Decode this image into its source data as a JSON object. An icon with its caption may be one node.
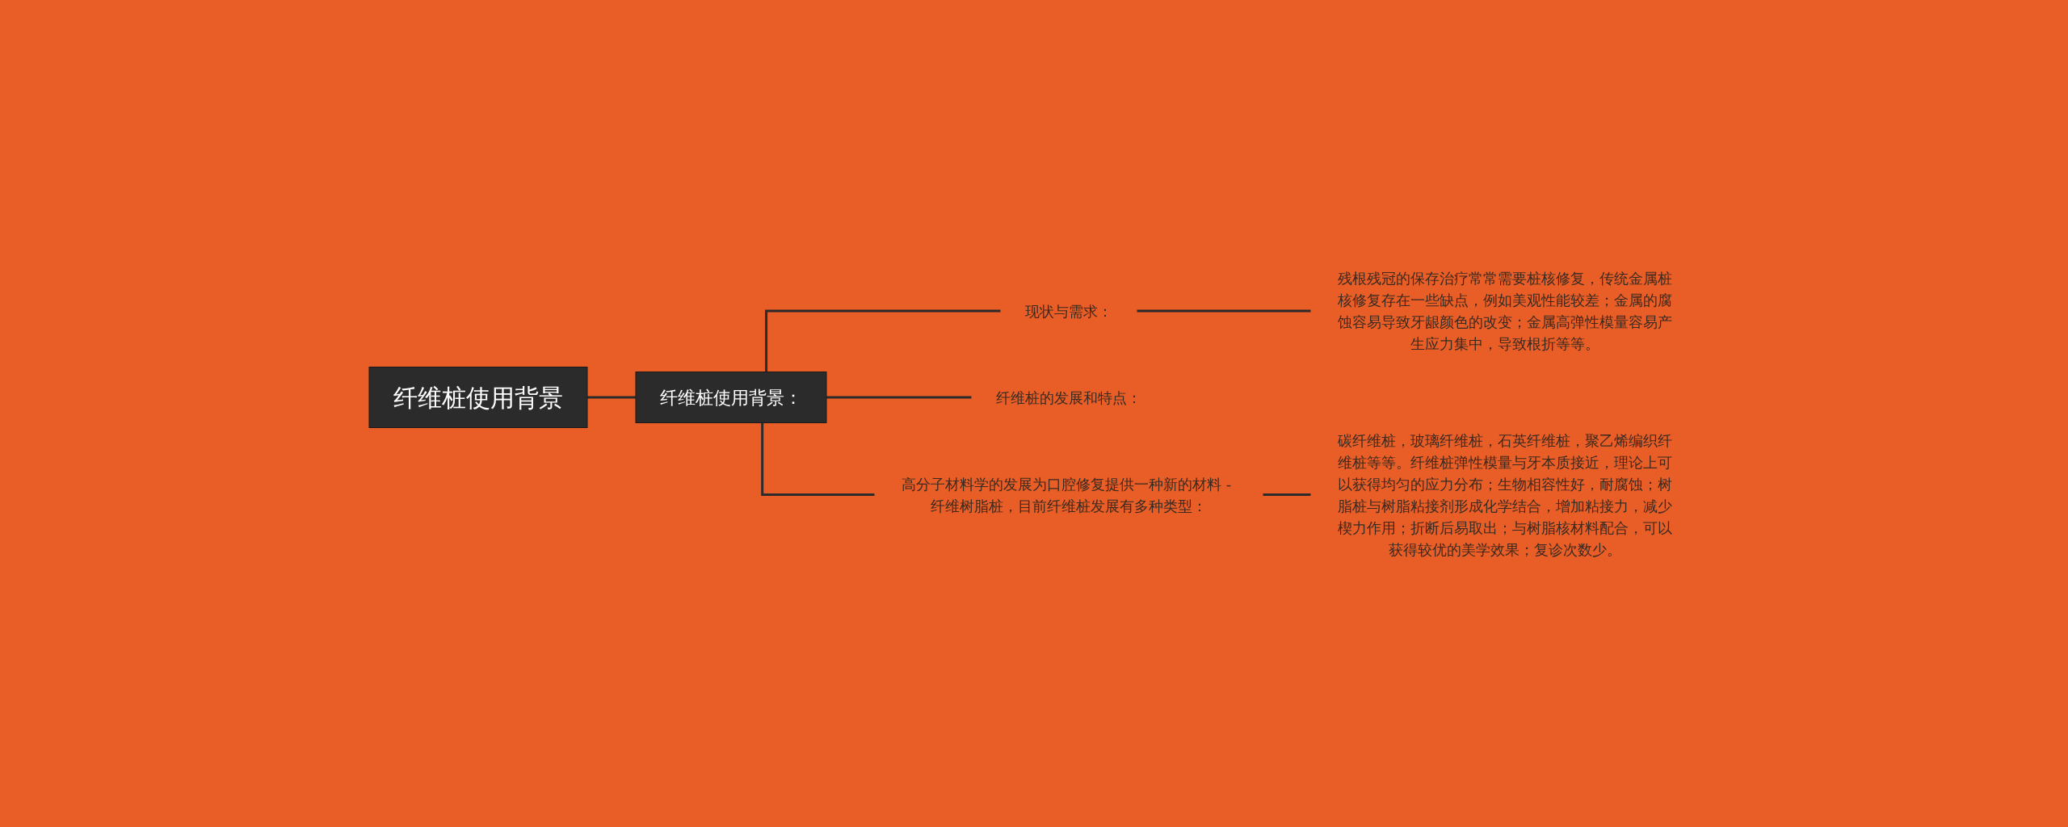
{
  "diagram": {
    "nodes": [
      {
        "text": [
          "纤维桩使用背景"
        ]
      },
      {
        "text": [
          "纤维桩使用背景："
        ]
      },
      {
        "text": [
          "现状与需求："
        ]
      },
      {
        "text": [
          "残根残冠的保存治疗常常需要桩核修复，传统金属桩核修复存在一些缺点，例如美观性能较差；金属的腐蚀容易导致牙龈颜色的改变；金属高弹性模量容易产生应力集中，导致根折等等。"
        ]
      },
      {
        "text": [
          "纤维桩的发展和特点："
        ]
      },
      {
        "text": [
          "高分子材料学的发展为口腔修复提供一种新的材料 - 纤维树脂桩，目前纤维桩发展有多种类型："
        ]
      },
      {
        "text": [
          "碳纤维桩，玻璃纤维桩，石英纤维桩，聚乙烯编织纤维桩等等。纤维桩弹性模量与牙本质接近，理论上可以获得均匀的应力分布；生物相容性好，耐腐蚀；树脂桩与树脂粘接剂形成化学结合，增加粘接力，减少楔力作用；折断后易取出；与树脂核材料配合，可以获得较优的美学效果；复诊次数少。"
        ]
      }
    ],
    "edges": [
      {
        "from": 0,
        "to": 1,
        "arrow": "none"
      },
      {
        "from": 1,
        "to": 2,
        "arrow": "none"
      },
      {
        "from": 1,
        "to": 4,
        "arrow": "none"
      },
      {
        "from": 1,
        "to": 5,
        "arrow": "none"
      },
      {
        "from": 2,
        "to": 3,
        "arrow": "none"
      },
      {
        "from": 5,
        "to": 6,
        "arrow": "none"
      }
    ]
  }
}
